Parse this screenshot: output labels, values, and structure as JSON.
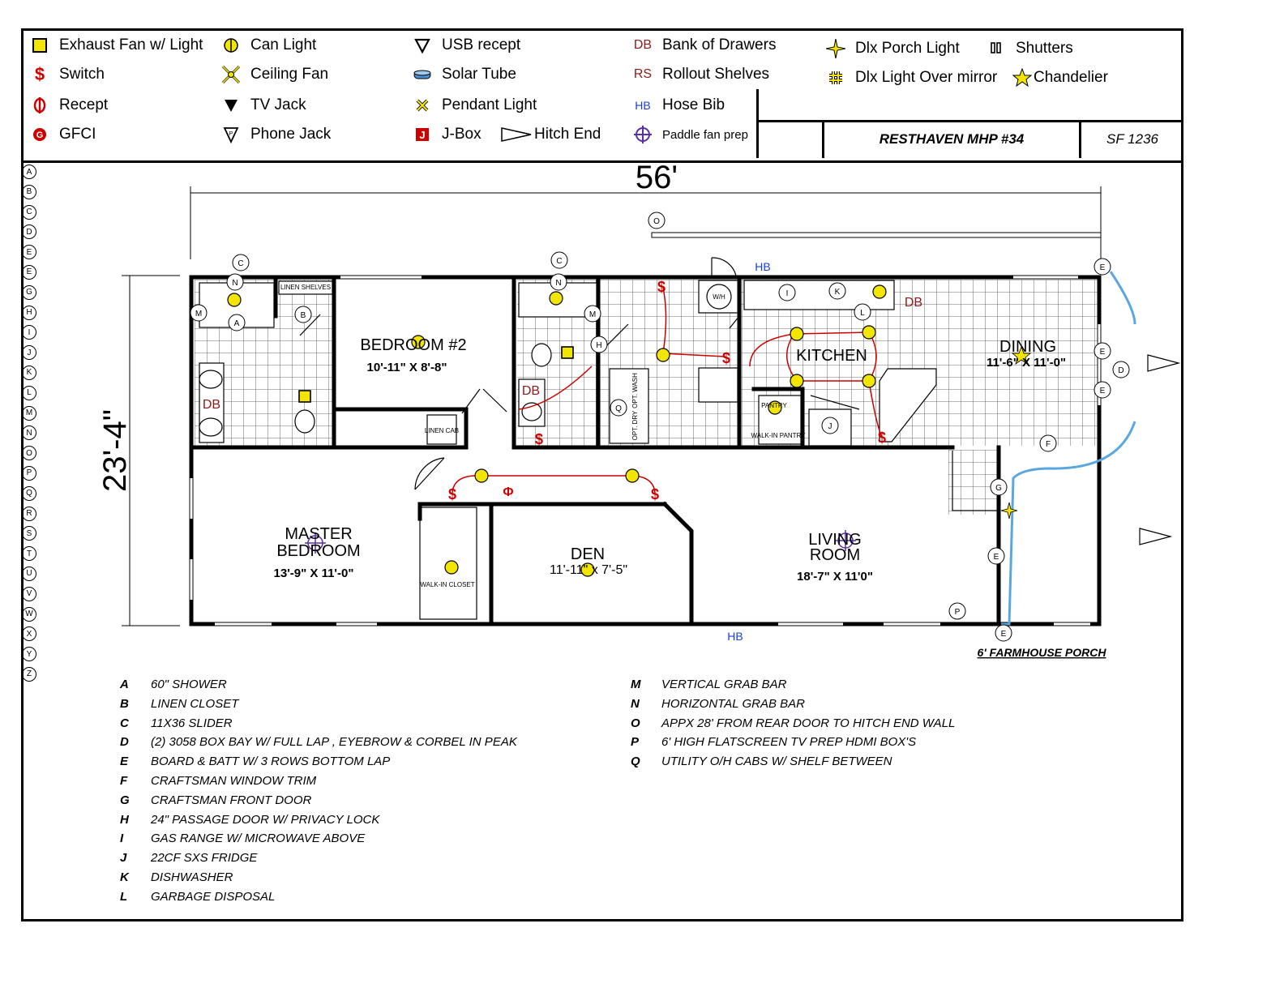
{
  "legend": [
    {
      "icon": "exhaust-fan-light-icon",
      "label": "Exhaust Fan w/ Light"
    },
    {
      "icon": "can-light-icon",
      "label": "Can Light"
    },
    {
      "icon": "usb-receptacle-icon",
      "label": "USB recept"
    },
    {
      "icon": "bank-of-drawers-icon",
      "label": "Bank of Drawers",
      "glyph": "DB"
    },
    {
      "icon": "deluxe-porch-light-icon",
      "label": "Dlx Porch Light"
    },
    {
      "icon": "shutters-icon",
      "label": "Shutters"
    },
    {
      "icon": "switch-icon",
      "label": "Switch",
      "glyph": "$"
    },
    {
      "icon": "ceiling-fan-icon",
      "label": "Ceiling Fan"
    },
    {
      "icon": "solar-tube-icon",
      "label": "Solar Tube"
    },
    {
      "icon": "rollout-shelves-icon",
      "label": "Rollout Shelves",
      "glyph": "RS"
    },
    {
      "icon": "deluxe-light-mirror-icon",
      "label": "Dlx Light Over mirror"
    },
    {
      "icon": "chandelier-icon",
      "label": "Chandelier"
    },
    {
      "icon": "receptacle-icon",
      "label": "Recept"
    },
    {
      "icon": "tv-jack-icon",
      "label": "TV Jack"
    },
    {
      "icon": "pendant-light-icon",
      "label": "Pendant Light"
    },
    {
      "icon": "hose-bib-icon",
      "label": "Hose Bib",
      "glyph": "HB"
    },
    {
      "icon": "gfci-icon",
      "label": "GFCI"
    },
    {
      "icon": "phone-jack-icon",
      "label": "Phone Jack"
    },
    {
      "icon": "j-box-icon",
      "label": "J-Box"
    },
    {
      "icon": "hitch-end-icon",
      "label": "Hitch End"
    },
    {
      "icon": "paddle-fan-prep-icon",
      "label": "Paddle fan prep"
    }
  ],
  "title_block": {
    "project": "RESTHAVEN MHP #34",
    "area": "SF 1236"
  },
  "side_letters": [
    "A",
    "B",
    "C",
    "D",
    "E",
    "E",
    "G",
    "H",
    "I",
    "J",
    "K",
    "L",
    "M",
    "N",
    "O",
    "P",
    "Q",
    "R",
    "S",
    "T",
    "U",
    "V",
    "W",
    "X",
    "Y",
    "Z"
  ],
  "dimensions": {
    "width": "56'",
    "depth": "23'-4\""
  },
  "rooms": [
    {
      "name": "BEDROOM #2",
      "size": "10'-11\" X 8'-8\""
    },
    {
      "name": "KITCHEN",
      "size": ""
    },
    {
      "name": "DINING",
      "size": "11'-6\" X 11'-0\""
    },
    {
      "name": "MASTER\nBEDROOM",
      "size": "13'-9\" X 11'-0\""
    },
    {
      "name": "DEN",
      "size": "11'-11\" x 7'-5\""
    },
    {
      "name": "LIVING\nROOM",
      "size": "18'-7\" X 11'0\""
    }
  ],
  "plan_labels": {
    "porch": "6' FARMHOUSE PORCH",
    "linen_shelves": "LINEN SHELVES",
    "linen_cab": "LINEN CAB",
    "walk_in_closet": "WALK-IN CLOSET",
    "pantry": "PANTRY",
    "walk_in_pantry": "WALK-IN PANTRY",
    "water_heater": "W/H",
    "opt_wash": "OPT. WASH",
    "opt_dry": "OPT. DRY",
    "hose_bib": "HB",
    "drawers": "DB"
  },
  "notes_left": [
    {
      "key": "A",
      "text": "60\" SHOWER"
    },
    {
      "key": "B",
      "text": "LINEN CLOSET"
    },
    {
      "key": "C",
      "text": "11X36 SLIDER"
    },
    {
      "key": "D",
      "text": "(2) 3058 BOX BAY W/ FULL LAP , EYEBROW & CORBEL IN PEAK"
    },
    {
      "key": "E",
      "text": "BOARD & BATT W/ 3 ROWS BOTTOM LAP"
    },
    {
      "key": "F",
      "text": "CRAFTSMAN WINDOW TRIM"
    },
    {
      "key": "G",
      "text": "CRAFTSMAN FRONT DOOR"
    },
    {
      "key": "H",
      "text": "24\" PASSAGE DOOR W/ PRIVACY LOCK"
    },
    {
      "key": "I",
      "text": "GAS RANGE W/ MICROWAVE ABOVE"
    },
    {
      "key": "J",
      "text": "22CF SXS FRIDGE"
    },
    {
      "key": "K",
      "text": "DISHWASHER"
    },
    {
      "key": "L",
      "text": "GARBAGE DISPOSAL"
    }
  ],
  "notes_right": [
    {
      "key": "M",
      "text": "VERTICAL GRAB BAR"
    },
    {
      "key": "N",
      "text": "HORIZONTAL GRAB BAR"
    },
    {
      "key": "O",
      "text": "APPX 28' FROM REAR DOOR TO HITCH END WALL"
    },
    {
      "key": "P",
      "text": "6' HIGH FLATSCREEN TV PREP HDMI BOX'S"
    },
    {
      "key": "Q",
      "text": "UTILITY O/H CABS W/ SHELF BETWEEN"
    }
  ],
  "colors": {
    "switch": "#cc0000",
    "light": "#f2e600",
    "hosebib": "#1a3fcc",
    "paddle": "#5a2ea6",
    "porch_line": "#5aa7e0",
    "drawers": "#8b1a1a"
  }
}
